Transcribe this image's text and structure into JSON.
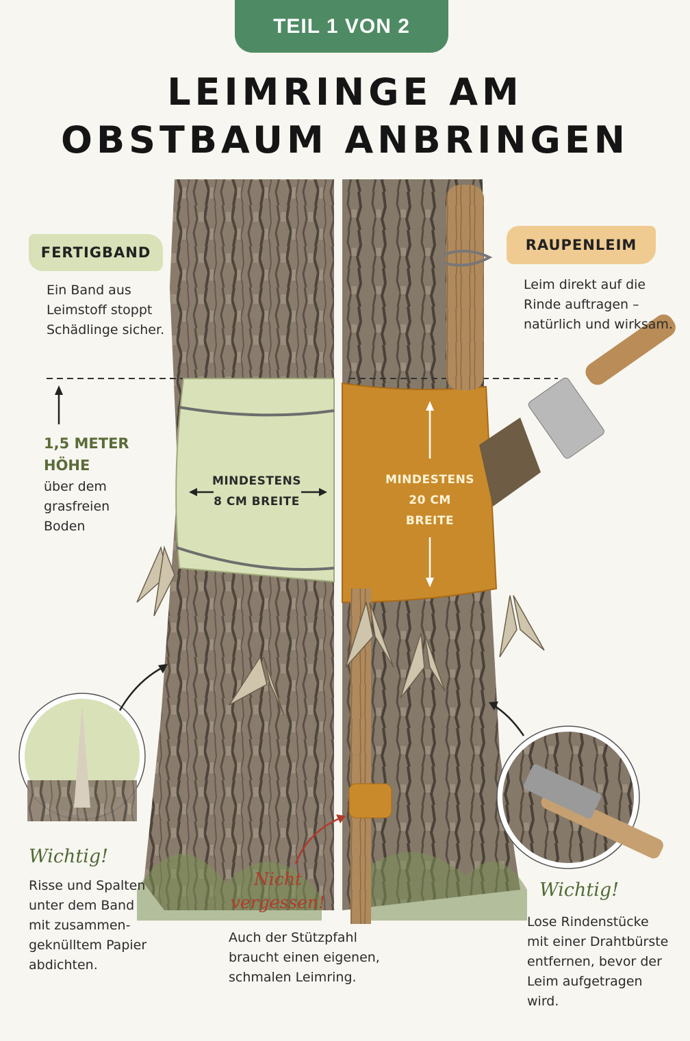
{
  "header": {
    "part_label": "TEIL 1 VON 2"
  },
  "title": {
    "line1": "LEIMRINGE AM",
    "line2": "OBSTBAUM ANBRINGEN"
  },
  "left_method": {
    "tag": "FERTIGBAND",
    "description": "Ein Band aus\nLeimstoff stoppt\nSchädlinge sicher.",
    "measure": "MINDESTENS\n8 CM BREITE"
  },
  "right_method": {
    "tag": "RAUPENLEIM",
    "description": "Leim direkt auf die\nRinde auftragen –\nnatürlich und wirksam.",
    "measure": "MINDESTENS\n20 CM\nBREITE"
  },
  "height": {
    "label": "1,5 METER\nHÖHE",
    "description": "über dem\ngrasfreien\nBoden"
  },
  "notes": {
    "left_heading": "Wichtig!",
    "left_text": "Risse und Spalten\nunter dem Band\nmit zusammen-\ngeknülltem Papier\nabdichten.",
    "center_heading": "Nicht\nvergessen!",
    "center_text": "Auch der Stützpfahl\nbraucht einen eigenen,\nschmalen Leimring.",
    "right_heading": "Wichtig!",
    "right_text": "Lose Rindenstücke\nmit einer Drahtbürste\nentfernen, bevor der\nLeim aufgetragen\nwird."
  },
  "colors": {
    "pill_green": "#4e8a63",
    "band_green": "#d9e1b8",
    "glue_amber": "#c98a2b",
    "tag_orange": "#efcb92",
    "accent_red": "#b13a2b",
    "text_olive": "#5c6c38"
  },
  "icons": [
    "tree-trunk-illustration",
    "moth-icon",
    "paint-brush-icon",
    "wire-brush-icon",
    "support-stake-icon"
  ]
}
